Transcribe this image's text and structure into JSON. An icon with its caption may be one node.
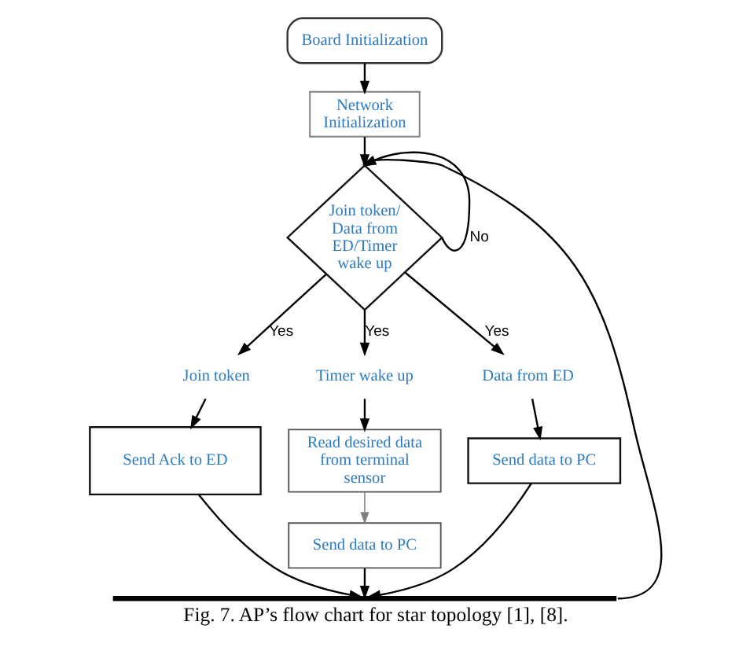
{
  "diagram": {
    "caption": "Fig. 7. AP’s flow chart for star topology [1], [8].",
    "nodes": [
      {
        "text": [
          "Board Initialization"
        ]
      },
      {
        "text": [
          "Network Initialization"
        ]
      },
      {
        "text": [
          "Join token/ Data from ED/Timer wake up"
        ]
      },
      {
        "text": [
          "Join token"
        ]
      },
      {
        "text": [
          "Send Ack to ED"
        ]
      },
      {
        "text": [
          "Timer wake up"
        ]
      },
      {
        "text": [
          "Read desired data from terminal sensor"
        ]
      },
      {
        "text": [
          "Send data to PC"
        ]
      },
      {
        "text": [
          "Data from ED"
        ]
      },
      {
        "text": [
          "Send data to PC"
        ]
      },
      {
        "text": [],
        "shape": "bar"
      }
    ],
    "edges": [
      {
        "from": 0,
        "to": 1,
        "arrow": "to"
      },
      {
        "from": 1,
        "to": 2,
        "arrow": "to"
      },
      {
        "from": 2,
        "to": 3,
        "label": "Yes",
        "arrow": "to"
      },
      {
        "from": 2,
        "to": 5,
        "label": "Yes",
        "arrow": "to"
      },
      {
        "from": 2,
        "to": 8,
        "label": "Yes",
        "arrow": "to"
      },
      {
        "from": 2,
        "to": 2,
        "label": "No",
        "arrow": "to"
      },
      {
        "from": 3,
        "to": 4,
        "arrow": "to"
      },
      {
        "from": 5,
        "to": 6,
        "arrow": "to"
      },
      {
        "from": 6,
        "to": 7,
        "arrow": "to",
        "color": "#808080"
      },
      {
        "from": 8,
        "to": 9,
        "arrow": "to"
      },
      {
        "from": 4,
        "to": 10,
        "arrow": "to"
      },
      {
        "from": 7,
        "to": 10,
        "arrow": "to"
      },
      {
        "from": 9,
        "to": 10,
        "arrow": "to"
      },
      {
        "from": 10,
        "to": 2,
        "arrow": "to"
      }
    ]
  }
}
